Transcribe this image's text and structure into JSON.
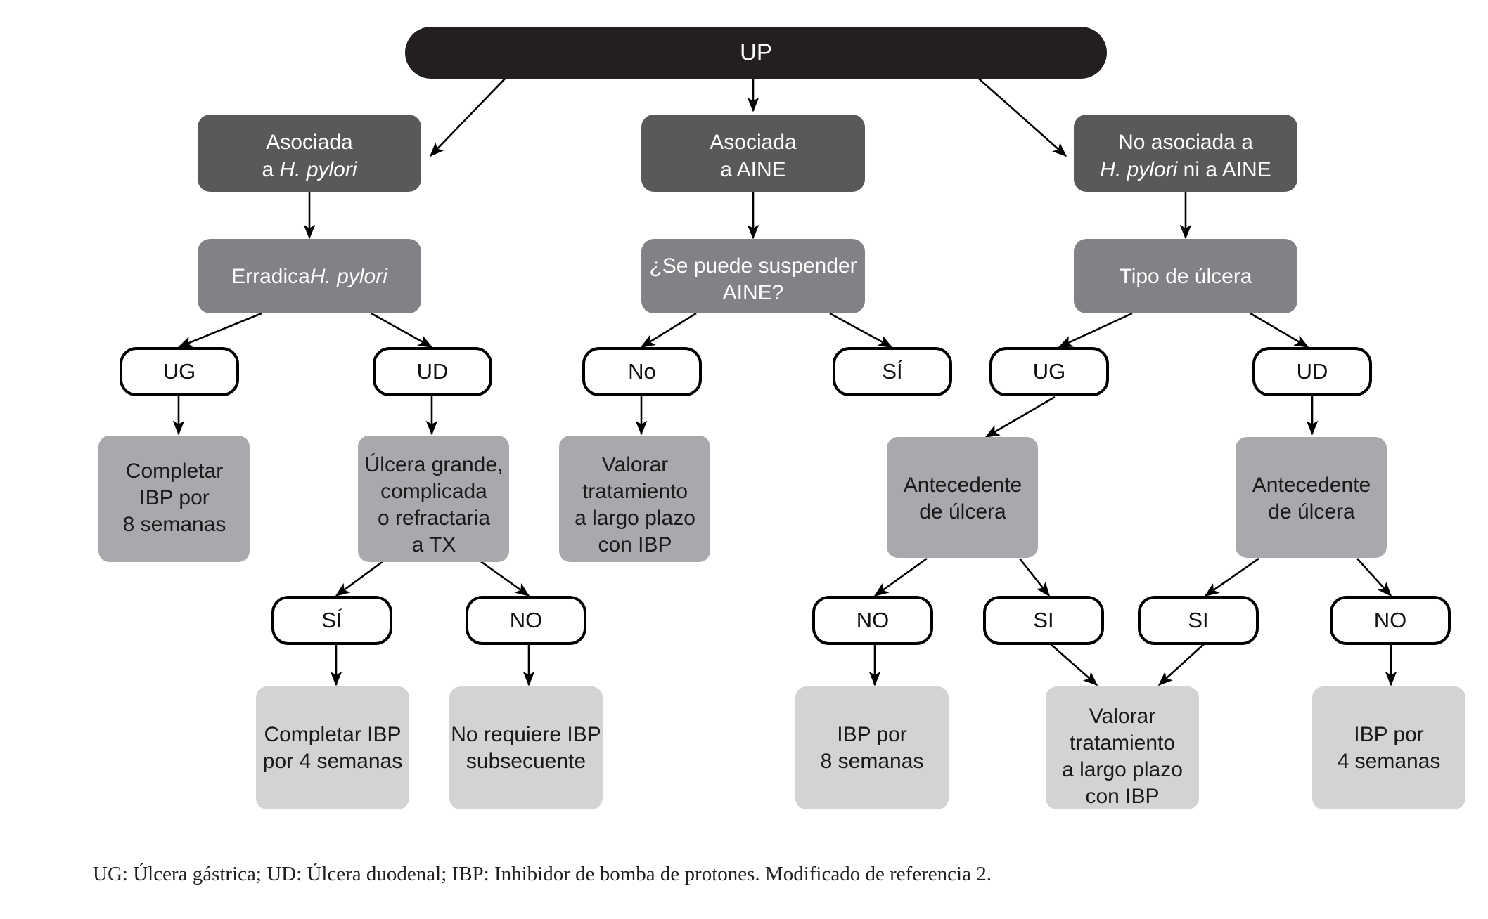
{
  "figure": {
    "caption": "UG: Úlcera gástrica; UD: Úlcera duodenal; IBP: Inhibidor de bomba de protones. Modificado de referencia 2."
  },
  "colors": {
    "root_fill": "#231f20",
    "level1_fill": "#58595b",
    "level2_fill": "#808285",
    "treatment_fill": "#a7a9ac",
    "outcome_fill": "#d1d3d4",
    "pill_fill": "#ffffff",
    "pill_stroke": "#000000",
    "arrow": "#000000",
    "text_light": "#ffffff",
    "text_dark": "#1a1a1a"
  },
  "chart_data": {
    "type": "diagram",
    "title": "UP",
    "nodes": [
      {
        "id": "root",
        "label_lines": [
          "UP"
        ],
        "style": "root"
      },
      {
        "id": "hp",
        "label_lines": [
          "Asociada",
          "a H. pylori"
        ],
        "italic_lines": [
          1
        ],
        "italic_part": "H. pylori",
        "style": "level1"
      },
      {
        "id": "aine",
        "label_lines": [
          "Asociada",
          "a AINE"
        ],
        "style": "level1"
      },
      {
        "id": "ninguna",
        "label_lines": [
          "No asociada a",
          "H. pylori ni a AINE"
        ],
        "italic_part": "H. pylori",
        "style": "level1"
      },
      {
        "id": "erradica",
        "label_lines": [
          "ErradicaH. pylori"
        ],
        "italic_part": "H. pylori",
        "style": "level2"
      },
      {
        "id": "suspender",
        "label_lines": [
          "¿Se puede suspender",
          "AINE?"
        ],
        "style": "level2"
      },
      {
        "id": "tipo",
        "label_lines": [
          "Tipo de úlcera"
        ],
        "style": "level2"
      },
      {
        "id": "hp_ug",
        "label_lines": [
          "UG"
        ],
        "style": "pill"
      },
      {
        "id": "hp_ud",
        "label_lines": [
          "UD"
        ],
        "style": "pill"
      },
      {
        "id": "aine_no",
        "label_lines": [
          "No"
        ],
        "style": "pill"
      },
      {
        "id": "aine_si",
        "label_lines": [
          "SÍ"
        ],
        "style": "pill"
      },
      {
        "id": "tipo_ug",
        "label_lines": [
          "UG"
        ],
        "style": "pill"
      },
      {
        "id": "tipo_ud",
        "label_lines": [
          "UD"
        ],
        "style": "pill"
      },
      {
        "id": "compl8",
        "label_lines": [
          "Completar",
          "IBP por",
          "8 semanas"
        ],
        "style": "treatment"
      },
      {
        "id": "ulcera_gr",
        "label_lines": [
          "Úlcera grande,",
          "complicada",
          "o refractaria",
          "a TX"
        ],
        "style": "treatment"
      },
      {
        "id": "valorar1",
        "label_lines": [
          "Valorar",
          "tratamiento",
          "a largo plazo",
          "con IBP"
        ],
        "style": "treatment"
      },
      {
        "id": "antec_ug",
        "label_lines": [
          "Antecedente",
          "de úlcera"
        ],
        "style": "treatment"
      },
      {
        "id": "antec_ud",
        "label_lines": [
          "Antecedente",
          "de úlcera"
        ],
        "style": "treatment"
      },
      {
        "id": "gr_si",
        "label_lines": [
          "SÍ"
        ],
        "style": "pill"
      },
      {
        "id": "gr_no",
        "label_lines": [
          "NO"
        ],
        "style": "pill"
      },
      {
        "id": "aug_no",
        "label_lines": [
          "NO"
        ],
        "style": "pill"
      },
      {
        "id": "aug_si",
        "label_lines": [
          "SI"
        ],
        "style": "pill"
      },
      {
        "id": "aud_si",
        "label_lines": [
          "SI"
        ],
        "style": "pill"
      },
      {
        "id": "aud_no",
        "label_lines": [
          "NO"
        ],
        "style": "pill"
      },
      {
        "id": "compl4",
        "label_lines": [
          "Completar IBP",
          "por 4 semanas"
        ],
        "style": "outcome"
      },
      {
        "id": "noreq",
        "label_lines": [
          "No requiere IBP",
          "subsecuente"
        ],
        "style": "outcome"
      },
      {
        "id": "ibp8",
        "label_lines": [
          "IBP por",
          "8 semanas"
        ],
        "style": "outcome"
      },
      {
        "id": "valorar2",
        "label_lines": [
          "Valorar",
          "tratamiento",
          "a largo plazo",
          "con IBP"
        ],
        "style": "outcome"
      },
      {
        "id": "ibp4",
        "label_lines": [
          "IBP por",
          "4 semanas"
        ],
        "style": "outcome"
      }
    ],
    "edges": [
      {
        "from": "root",
        "to": "hp"
      },
      {
        "from": "root",
        "to": "aine"
      },
      {
        "from": "root",
        "to": "ninguna"
      },
      {
        "from": "hp",
        "to": "erradica"
      },
      {
        "from": "aine",
        "to": "suspender"
      },
      {
        "from": "ninguna",
        "to": "tipo"
      },
      {
        "from": "erradica",
        "to": "hp_ug"
      },
      {
        "from": "erradica",
        "to": "hp_ud"
      },
      {
        "from": "suspender",
        "to": "aine_no"
      },
      {
        "from": "suspender",
        "to": "aine_si"
      },
      {
        "from": "tipo",
        "to": "tipo_ug"
      },
      {
        "from": "tipo",
        "to": "tipo_ud"
      },
      {
        "from": "hp_ug",
        "to": "compl8"
      },
      {
        "from": "hp_ud",
        "to": "ulcera_gr"
      },
      {
        "from": "aine_no",
        "to": "valorar1"
      },
      {
        "from": "tipo_ug",
        "to": "antec_ug"
      },
      {
        "from": "tipo_ud",
        "to": "antec_ud"
      },
      {
        "from": "ulcera_gr",
        "to": "gr_si"
      },
      {
        "from": "ulcera_gr",
        "to": "gr_no"
      },
      {
        "from": "antec_ug",
        "to": "aug_no"
      },
      {
        "from": "antec_ug",
        "to": "aug_si"
      },
      {
        "from": "antec_ud",
        "to": "aud_si"
      },
      {
        "from": "antec_ud",
        "to": "aud_no"
      },
      {
        "from": "gr_si",
        "to": "compl4"
      },
      {
        "from": "gr_no",
        "to": "noreq"
      },
      {
        "from": "aug_no",
        "to": "ibp8"
      },
      {
        "from": "aug_si",
        "to": "valorar2"
      },
      {
        "from": "aud_si",
        "to": "valorar2"
      },
      {
        "from": "aud_no",
        "to": "ibp4"
      }
    ]
  }
}
